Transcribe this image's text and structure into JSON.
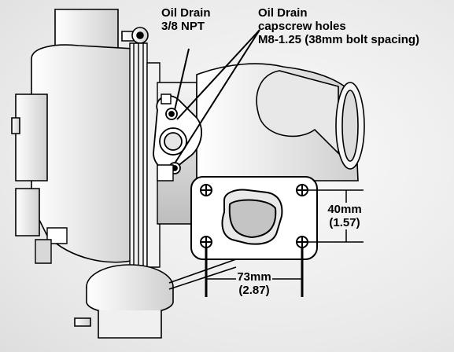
{
  "labels": {
    "oil_drain": {
      "line1": "Oil Drain",
      "line2": "3/8 NPT"
    },
    "capscrew": {
      "line1": "Oil Drain",
      "line2": "capscrew holes",
      "line3": "M8-1.25 (38mm bolt spacing)"
    },
    "height_dim": {
      "line1": "40mm",
      "line2": "(1.57)"
    },
    "width_dim": {
      "line1": "73mm",
      "line2": "(2.87)"
    }
  },
  "colors": {
    "line": "#000000",
    "fill": "#ffffff",
    "shade": "#c8c8c8",
    "dark": "#555555"
  }
}
